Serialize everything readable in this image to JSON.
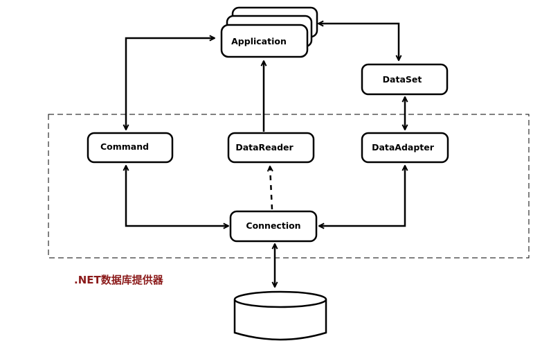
{
  "diagram": {
    "nodes": {
      "application": "Application",
      "dataset": "DataSet",
      "command": "Command",
      "datareader": "DataReader",
      "dataadapter": "DataAdapter",
      "connection": "Connection"
    },
    "provider_label": ".NET数据库提供器"
  },
  "colors": {
    "stroke": "#000000",
    "caption": "#8b1a1a",
    "background": "#ffffff"
  }
}
